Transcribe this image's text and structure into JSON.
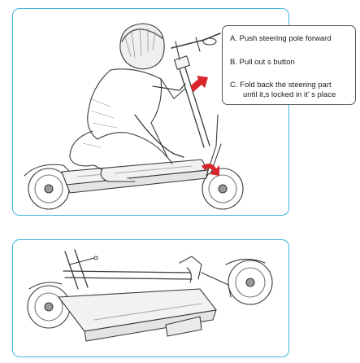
{
  "instructions": {
    "step_a": "A. Push steering pole forward",
    "step_b": "B. Pull out s button",
    "step_c_line1": "C. Fold back the steering part",
    "step_c_line2": "until it,s locked in it’ s place"
  },
  "colors": {
    "panel_border": "#41b4dc",
    "arrow_red": "#d9252b",
    "sketch_line": "#3a3a3a"
  },
  "icons": [
    "folding-arrow-icon",
    "rotate-arrow-icon"
  ]
}
